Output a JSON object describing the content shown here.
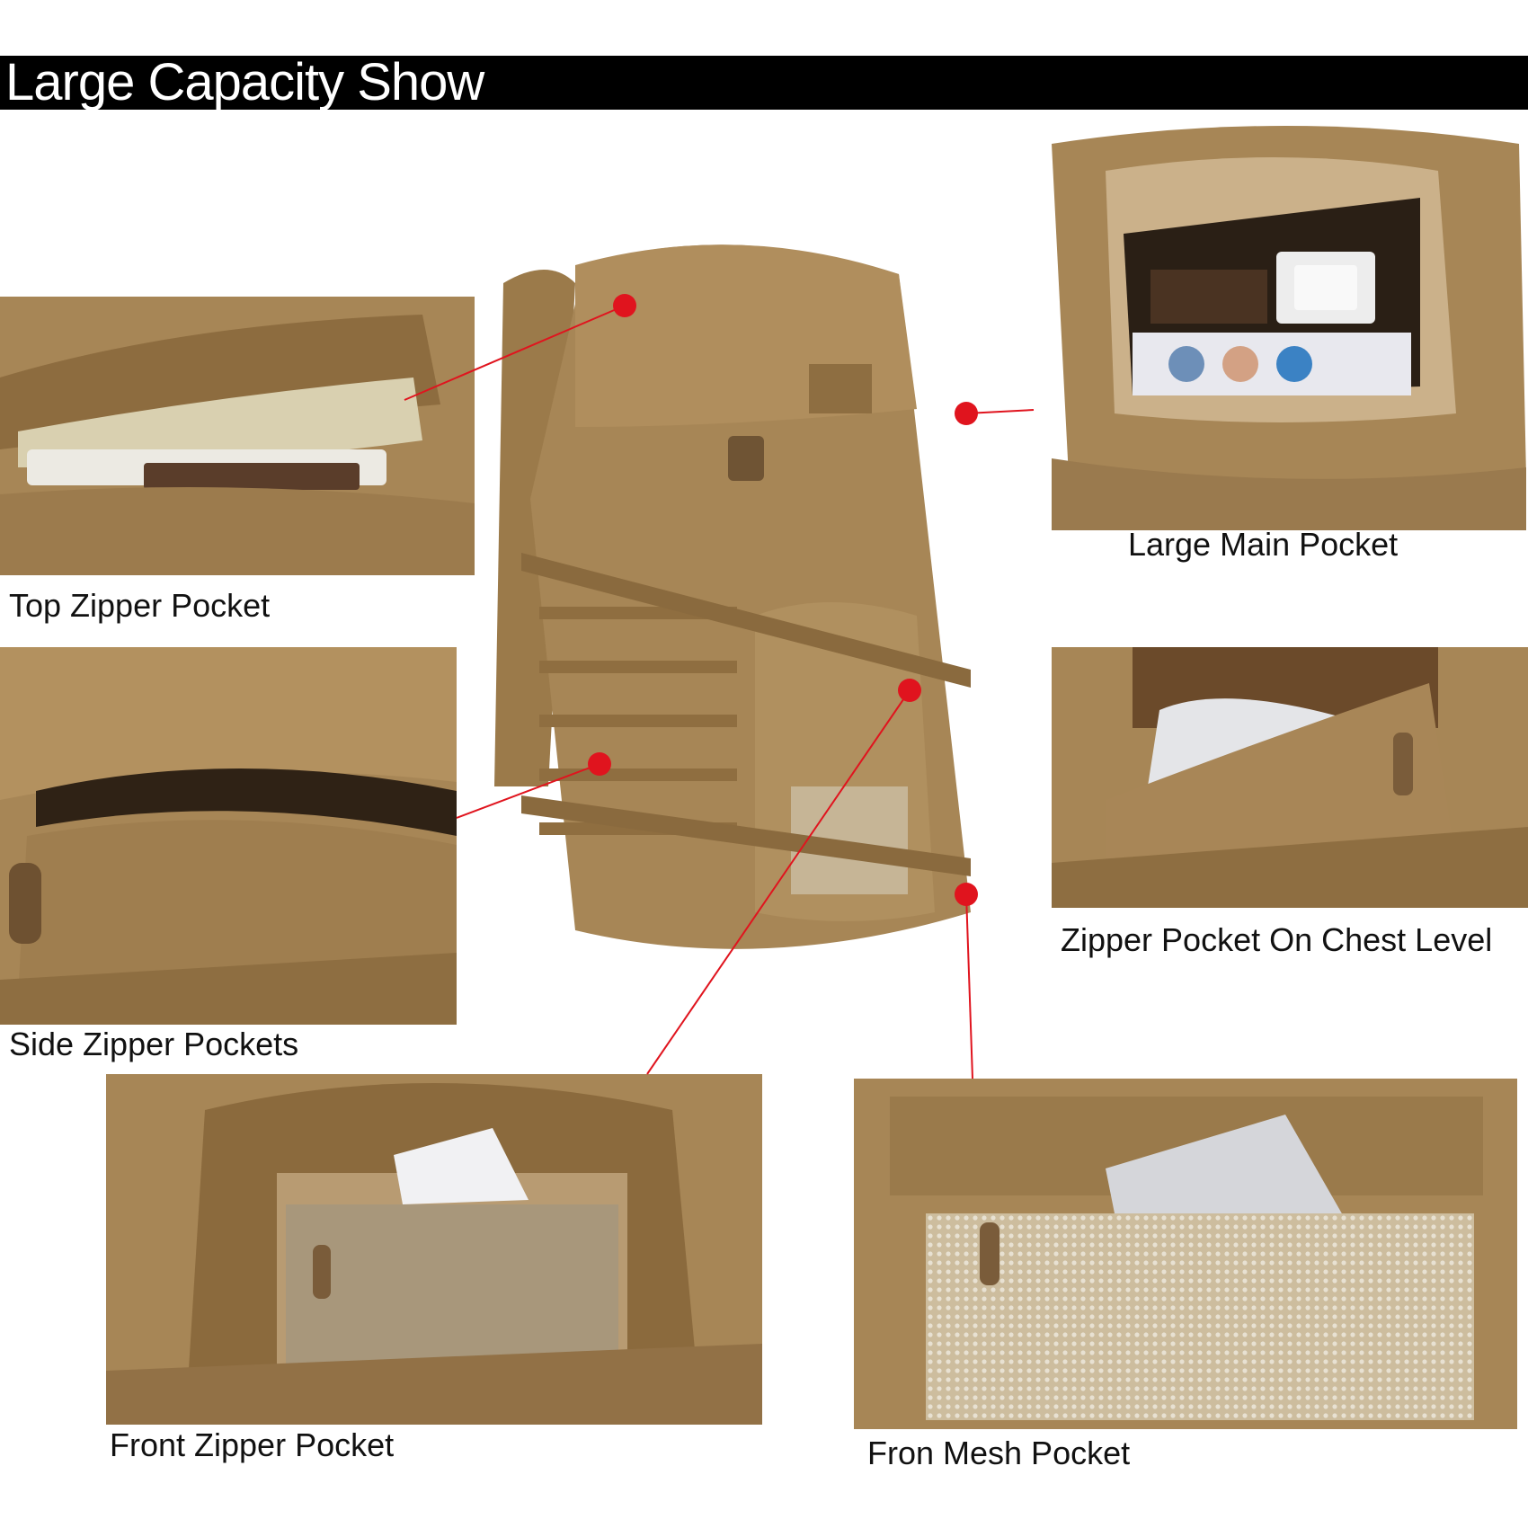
{
  "header": {
    "title": "Large Capacity Show"
  },
  "panels": {
    "top_zipper": {
      "caption": "Top Zipper Pocket"
    },
    "large_main": {
      "caption": "Large Main Pocket"
    },
    "side_zipper": {
      "caption": "Side Zipper Pockets"
    },
    "chest_level": {
      "caption": "Zipper Pocket On Chest Level"
    },
    "front_zipper": {
      "caption": "Front Zipper Pocket"
    },
    "front_mesh": {
      "caption": "Fron Mesh Pocket"
    }
  },
  "colors": {
    "fabric": "#a78656",
    "fabric_dark": "#7f6338",
    "fabric_light": "#c2a374",
    "callout_red": "#e0141e",
    "title_bar": "#000000"
  },
  "icons": {
    "callout_marker": "red-dot"
  }
}
